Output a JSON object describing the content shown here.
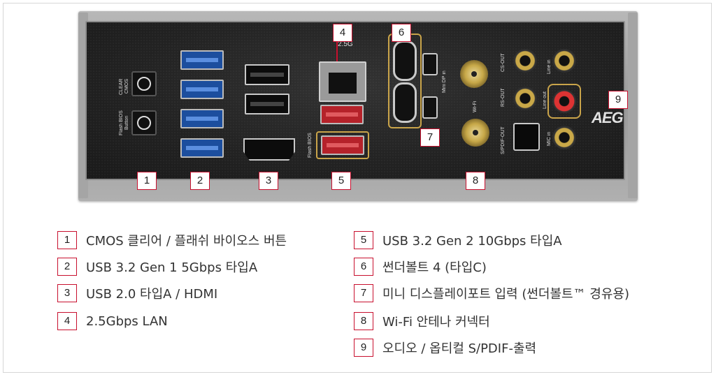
{
  "shield_labels": {
    "clear_cmos": "CLEAR CMOS",
    "flash_bios_button": "Flash BIOS Button",
    "flash_bios": "Flash BIOS",
    "lan_speed": "2.5G",
    "mini_dp_in": "Mini DP in",
    "wifi": "Wi-Fi",
    "cs_out": "CS-OUT",
    "rs_out": "RS-OUT",
    "spdif_out": "S/PDIF-OUT",
    "line_in": "Line in",
    "line_out": "Line out",
    "mic_in": "MIC in",
    "logo": "AEG"
  },
  "callouts": [
    "1",
    "2",
    "3",
    "4",
    "5",
    "6",
    "7",
    "8",
    "9"
  ],
  "legend": [
    {
      "num": "1",
      "text": "CMOS 클리어 / 플래쉬 바이오스 버튼"
    },
    {
      "num": "2",
      "text": "USB 3.2 Gen 1 5Gbps 타입A"
    },
    {
      "num": "3",
      "text": "USB 2.0 타입A / HDMI"
    },
    {
      "num": "4",
      "text": "2.5Gbps LAN"
    },
    {
      "num": "5",
      "text": "USB 3.2 Gen 2 10Gbps 타입A"
    },
    {
      "num": "6",
      "text": "썬더볼트 4 (타입C)"
    },
    {
      "num": "7",
      "text": "미니 디스플레이포트 입력 (썬더볼트™ 경유용)"
    },
    {
      "num": "8",
      "text": "Wi-Fi 안테나 커넥터"
    },
    {
      "num": "9",
      "text": "오디오 / 옵티컬 S/PDIF-출력"
    }
  ],
  "colors": {
    "callout_border": "#c8102e",
    "usb_3_gen1": "#1c4e9e",
    "usb_3_gen2": "#b5222a",
    "accent_gold": "#c9a44a"
  }
}
